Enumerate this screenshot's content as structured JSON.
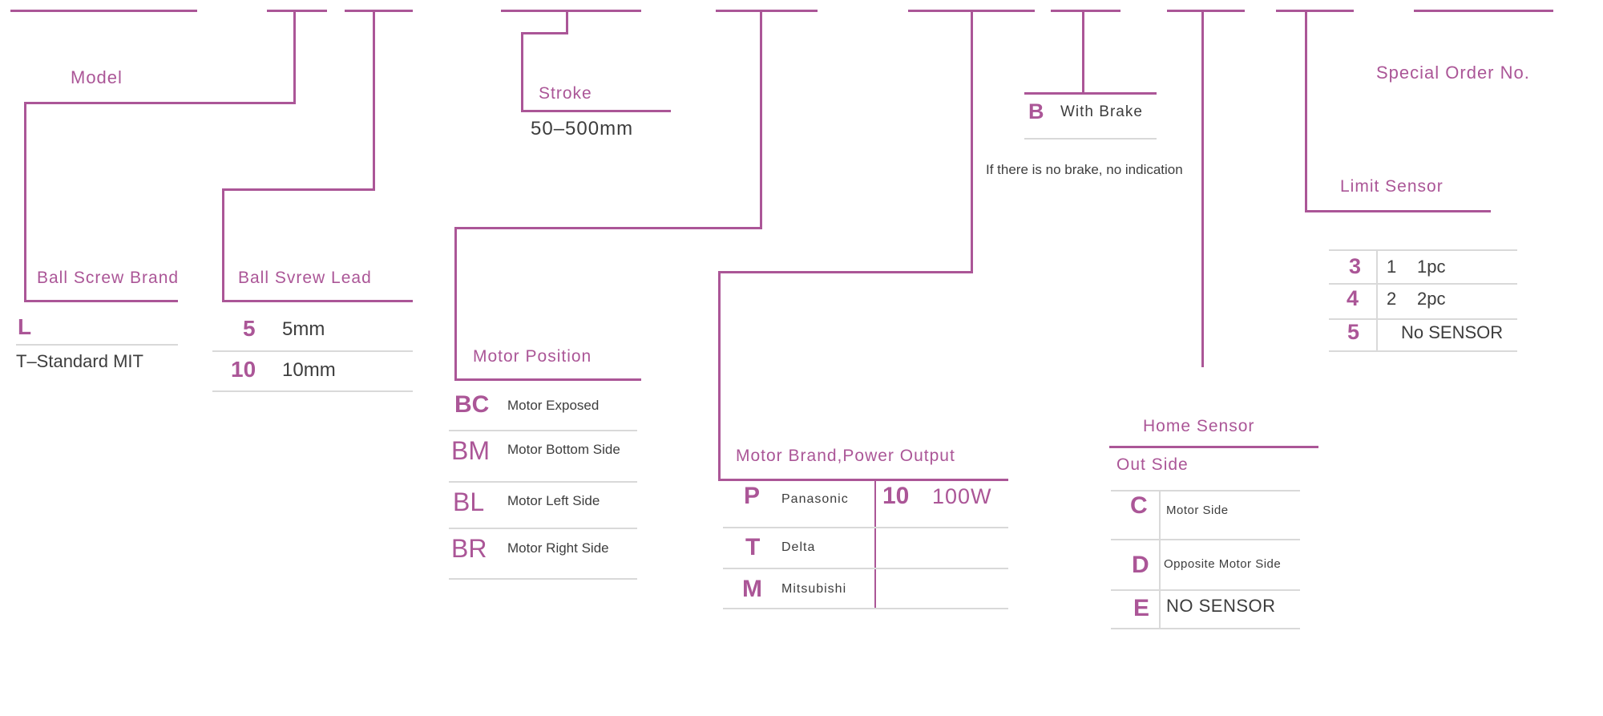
{
  "colors": {
    "accent": "#ab5697",
    "dark_text": "#3d3d3d",
    "separator": "#d9d9d9"
  },
  "model": {
    "label": "Model"
  },
  "ball_screw_brand": {
    "title": "Ball Screw Brand",
    "code": "L",
    "description": "T–Standard MIT"
  },
  "ball_screw_lead": {
    "title": "Ball Svrew Lead",
    "options": [
      {
        "code": "5",
        "value": "5mm"
      },
      {
        "code": "10",
        "value": "10mm"
      }
    ]
  },
  "stroke": {
    "title": "Stroke",
    "range": "50–500mm"
  },
  "motor_position": {
    "title": "Motor Position",
    "options": [
      {
        "code": "BC",
        "value": "Motor Exposed"
      },
      {
        "code": "BM",
        "value": "Motor Bottom Side"
      },
      {
        "code": "BL",
        "value": "Motor Left Side"
      },
      {
        "code": "BR",
        "value": "Motor Right Side"
      }
    ]
  },
  "motor_brand_power": {
    "title": "Motor Brand,Power Output",
    "brands": [
      {
        "code": "P",
        "value": "Panasonic"
      },
      {
        "code": "T",
        "value": "Delta"
      },
      {
        "code": "M",
        "value": "Mitsubishi"
      }
    ],
    "power_code": "10",
    "power_value": "100W"
  },
  "brake": {
    "code": "B",
    "label": "With Brake",
    "note": "If there is no brake, no indication"
  },
  "home_sensor": {
    "title": "Home Sensor",
    "subtitle": "Out Side",
    "options": [
      {
        "code": "C",
        "value": "Motor Side"
      },
      {
        "code": "D",
        "value": "Opposite Motor Side"
      },
      {
        "code": "E",
        "value": "NO SENSOR"
      }
    ]
  },
  "limit_sensor": {
    "title": "Limit Sensor",
    "options": [
      {
        "code": "3",
        "qty": "1",
        "value": "1pc"
      },
      {
        "code": "4",
        "qty": "2",
        "value": "2pc"
      },
      {
        "code": "5",
        "qty": "",
        "value": "No SENSOR"
      }
    ]
  },
  "special_order": {
    "label": "Special Order No."
  }
}
